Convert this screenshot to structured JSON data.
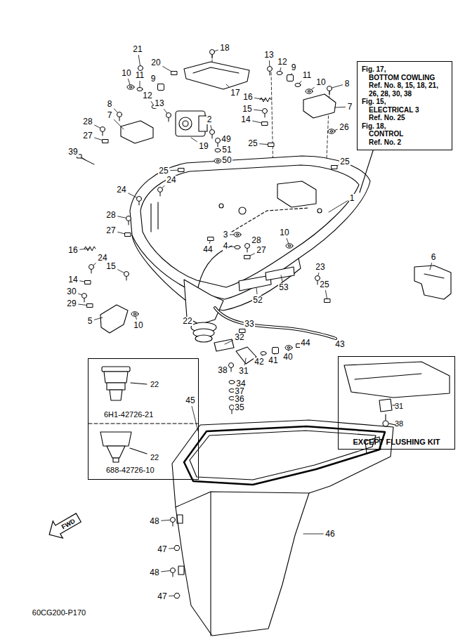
{
  "diagram": {
    "nodes": [
      {
        "text": [
          "Fig. 17,",
          "BOTTOM COWLING",
          "Ref. No. 8, 15, 18, 21, 26, 28, 30, 38",
          "Fig. 15,",
          "ELECTRICAL 3",
          "Ref. No. 25",
          "Fig. 18,",
          "CONTROL",
          "Ref. No. 2"
        ]
      },
      {
        "text": [
          "22",
          "6H1-42726-21",
          "22",
          "688-42726-10"
        ]
      },
      {
        "text": [
          "31",
          "38",
          "EXCEPT FLUSHING KIT"
        ]
      },
      {
        "text": [
          "FWD"
        ]
      }
    ],
    "labels": [
      "21",
      "18",
      "20",
      "17",
      "13",
      "12",
      "9",
      "11",
      "10",
      "8",
      "10",
      "11",
      "9",
      "12",
      "13",
      "8",
      "7",
      "28",
      "27",
      "19",
      "16",
      "15",
      "14",
      "2",
      "49",
      "51",
      "50",
      "25",
      "26",
      "7",
      "25",
      "1",
      "39",
      "25",
      "24",
      "24",
      "28",
      "27",
      "16",
      "24",
      "15",
      "14",
      "30",
      "29",
      "5",
      "10",
      "22",
      "44",
      "3",
      "4",
      "28",
      "27",
      "10",
      "6",
      "23",
      "25",
      "52",
      "53",
      "33",
      "32",
      "43",
      "44",
      "40",
      "41",
      "42",
      "31",
      "38",
      "34",
      "37",
      "36",
      "35",
      "45",
      "46",
      "48",
      "47",
      "48",
      "47",
      "60CG200-P170"
    ]
  }
}
